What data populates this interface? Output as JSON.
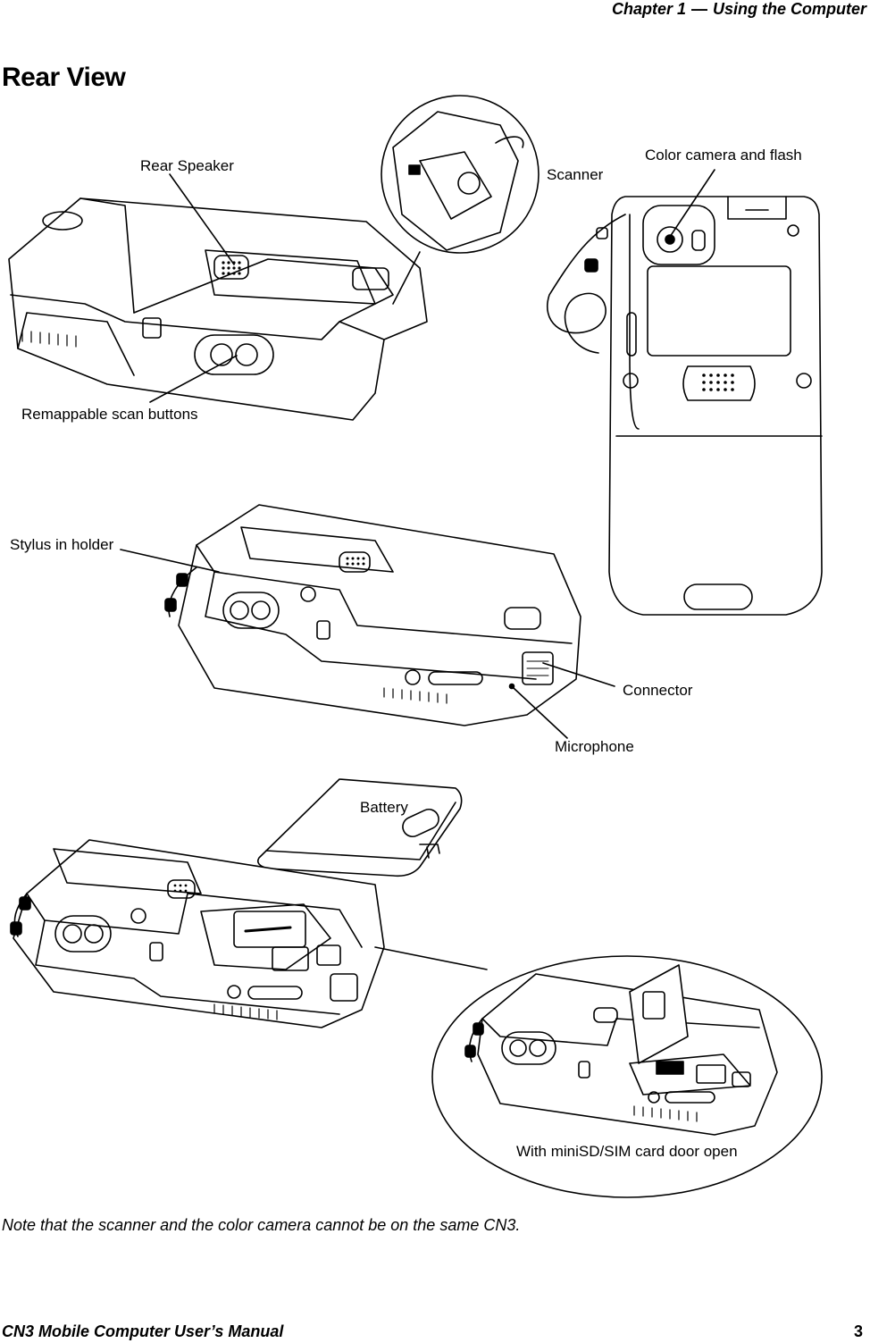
{
  "header": {
    "chapter": "Chapter 1",
    "separator": "—",
    "section": "Using the Computer"
  },
  "page_title": "Rear View",
  "callouts": {
    "rear_speaker": "Rear Speaker",
    "scanner": "Scanner",
    "color_camera": "Color camera and flash",
    "remappable_scan_buttons": "Remappable scan buttons",
    "stylus_in_holder": "Stylus in holder",
    "connector": "Connector",
    "microphone": "Microphone",
    "battery": "Battery",
    "minisd_sim_open": "With miniSD/SIM card door open"
  },
  "note": "Note that the scanner and the color camera cannot be on the same CN3.",
  "footer": {
    "manual_title": "CN3 Mobile Computer User’s Manual",
    "page_number": "3"
  }
}
